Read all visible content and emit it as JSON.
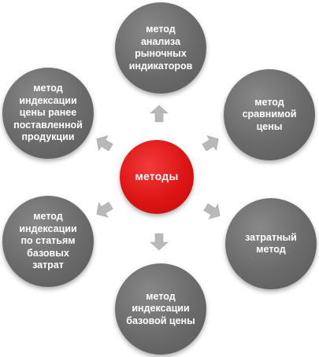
{
  "diagram": {
    "center": {
      "label": "методы",
      "color": "#dd1414"
    },
    "nodes": [
      {
        "label": "метод\nанализа\nрыночных\nиндикаторов"
      },
      {
        "label": "метод\nсравнимой\nцены"
      },
      {
        "label": "затратный\nметод"
      },
      {
        "label": "метод\nиндексации\nбазовой цены"
      },
      {
        "label": "метод\nиндексации\nпо статьям\nбазовых\nзатрат"
      },
      {
        "label": "метод\nиндексации\nцены ранее\nпоставленной\nпродукции"
      }
    ],
    "node_color": "#6a6a6a",
    "arrow_color": "#b8b8b8"
  }
}
